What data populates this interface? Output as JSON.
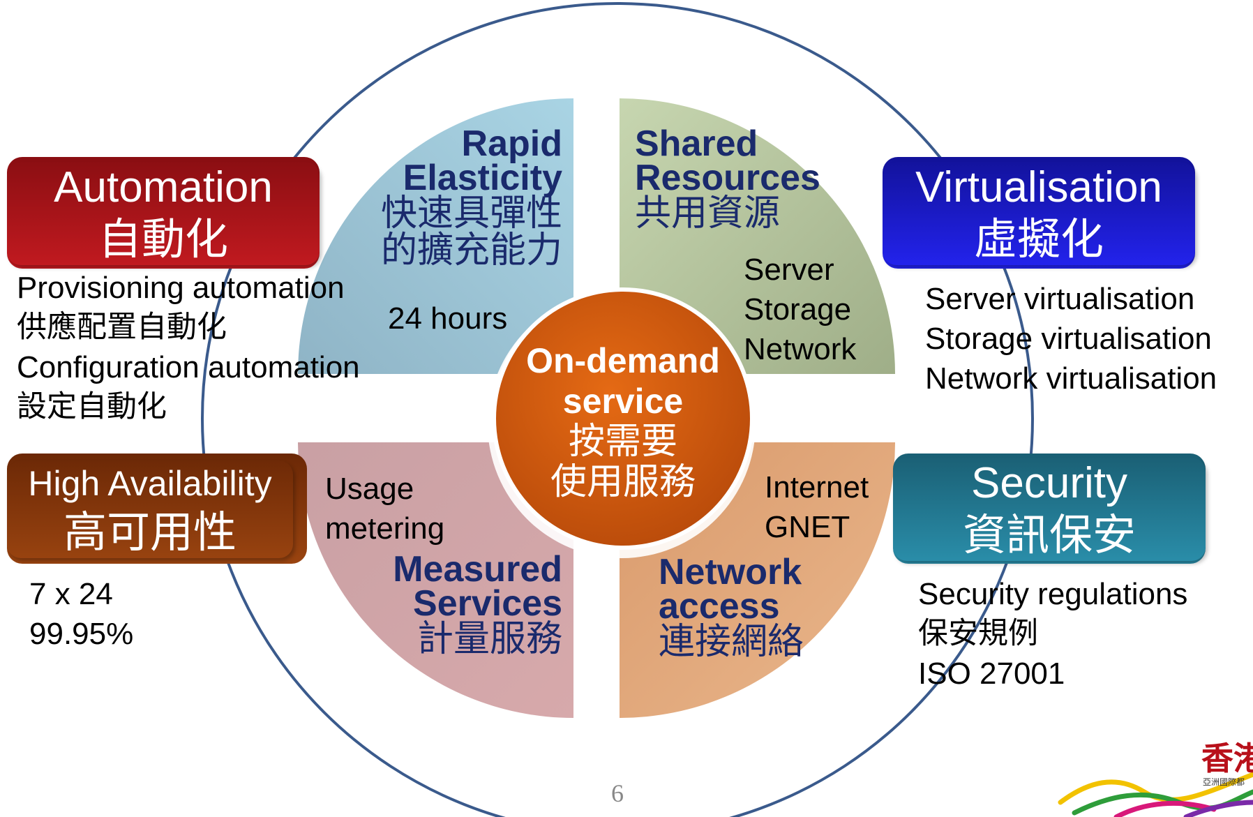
{
  "center": {
    "en_line1": "On-demand",
    "en_line2": "service",
    "zh_line1": "按需要",
    "zh_line2": "使用服務"
  },
  "quadrants": {
    "rapid_elasticity": {
      "en_line1": "Rapid",
      "en_line2": "Elasticity",
      "zh_line1": "快速具彈性",
      "zh_line2": "的擴充能力",
      "note": "24 hours"
    },
    "shared_resources": {
      "en_line1": "Shared",
      "en_line2": "Resources",
      "zh_line1": "共用資源",
      "notes": [
        "Server",
        "Storage",
        "Network"
      ]
    },
    "measured_services": {
      "notes": [
        "Usage",
        "metering"
      ],
      "en_line1": "Measured",
      "en_line2": "Services",
      "zh_line1": "計量服務"
    },
    "network_access": {
      "notes": [
        "Internet",
        "GNET"
      ],
      "en_line1": "Network",
      "en_line2": "access",
      "zh_line1": "連接網絡"
    }
  },
  "pillars": {
    "automation": {
      "en": "Automation",
      "zh": "自動化",
      "details": [
        "Provisioning automation",
        "供應配置自動化",
        "Configuration automation",
        "設定自動化"
      ]
    },
    "virtualisation": {
      "en": "Virtualisation",
      "zh": "虛擬化",
      "details": [
        "Server virtualisation",
        "Storage virtualisation",
        "Network virtualisation"
      ]
    },
    "high_availability": {
      "en": "High Availability",
      "zh": "高可用性",
      "details": [
        "7 x 24",
        "99.95%"
      ]
    },
    "security": {
      "en": "Security",
      "zh": "資訊保安",
      "details": [
        "Security regulations",
        "保安規例",
        "ISO 27001"
      ]
    }
  },
  "page_number": "6",
  "logo": {
    "text": "香港",
    "subtext": "亞洲國際都"
  },
  "colors": {
    "ring": "#3a5a8c",
    "automation": "#a8141b",
    "virtualisation": "#1a1adc",
    "high_availability": "#8a3a0a",
    "security": "#1f7a92",
    "center": "#d05a10",
    "quadrant_title": "#1a2a6c"
  }
}
